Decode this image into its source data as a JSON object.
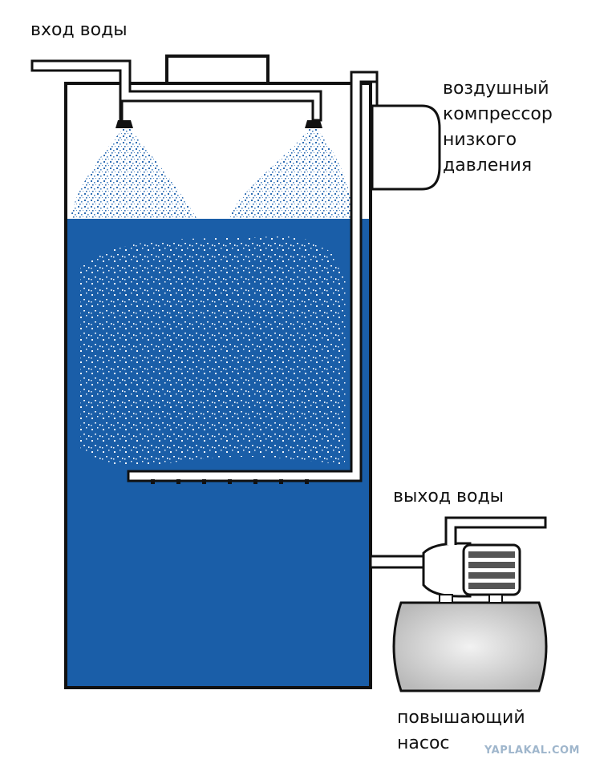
{
  "labels": {
    "water_inlet": "вход воды",
    "compressor_lines": [
      "воздушный",
      "компрессор",
      "низкого",
      "давления"
    ],
    "water_outlet": "выход воды",
    "pump_lines": [
      "повышающий",
      "насос"
    ]
  },
  "watermark": "YAPLAKAL.COM",
  "colors": {
    "water": "#1a5ea8",
    "spray": "#2f6db3",
    "outline": "#111111",
    "background": "#ffffff"
  }
}
